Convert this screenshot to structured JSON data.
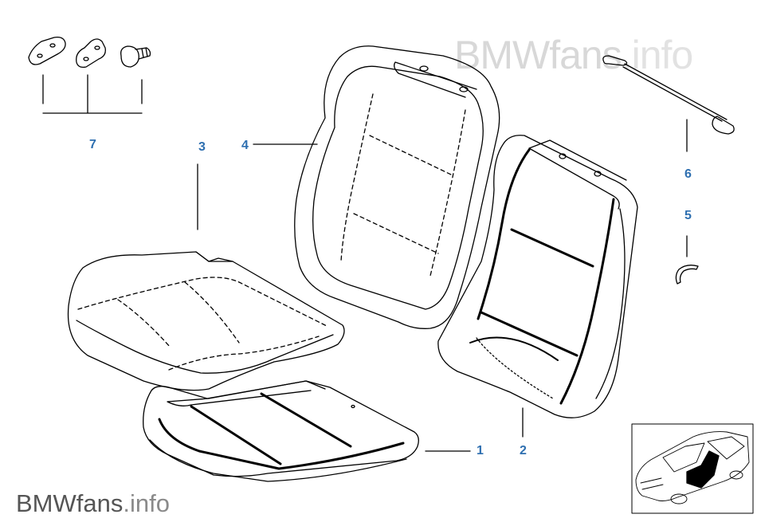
{
  "watermark": {
    "brand": "BMWfans",
    "suffix": ".info"
  },
  "callouts": {
    "c1": "1",
    "c2": "2",
    "c3": "3",
    "c4": "4",
    "c5": "5",
    "c6": "6",
    "c7": "7"
  },
  "colors": {
    "callout": "#2e6fb0",
    "line": "#000000",
    "watermark_light": "#d8d8d8",
    "watermark_dark": "#555555"
  }
}
